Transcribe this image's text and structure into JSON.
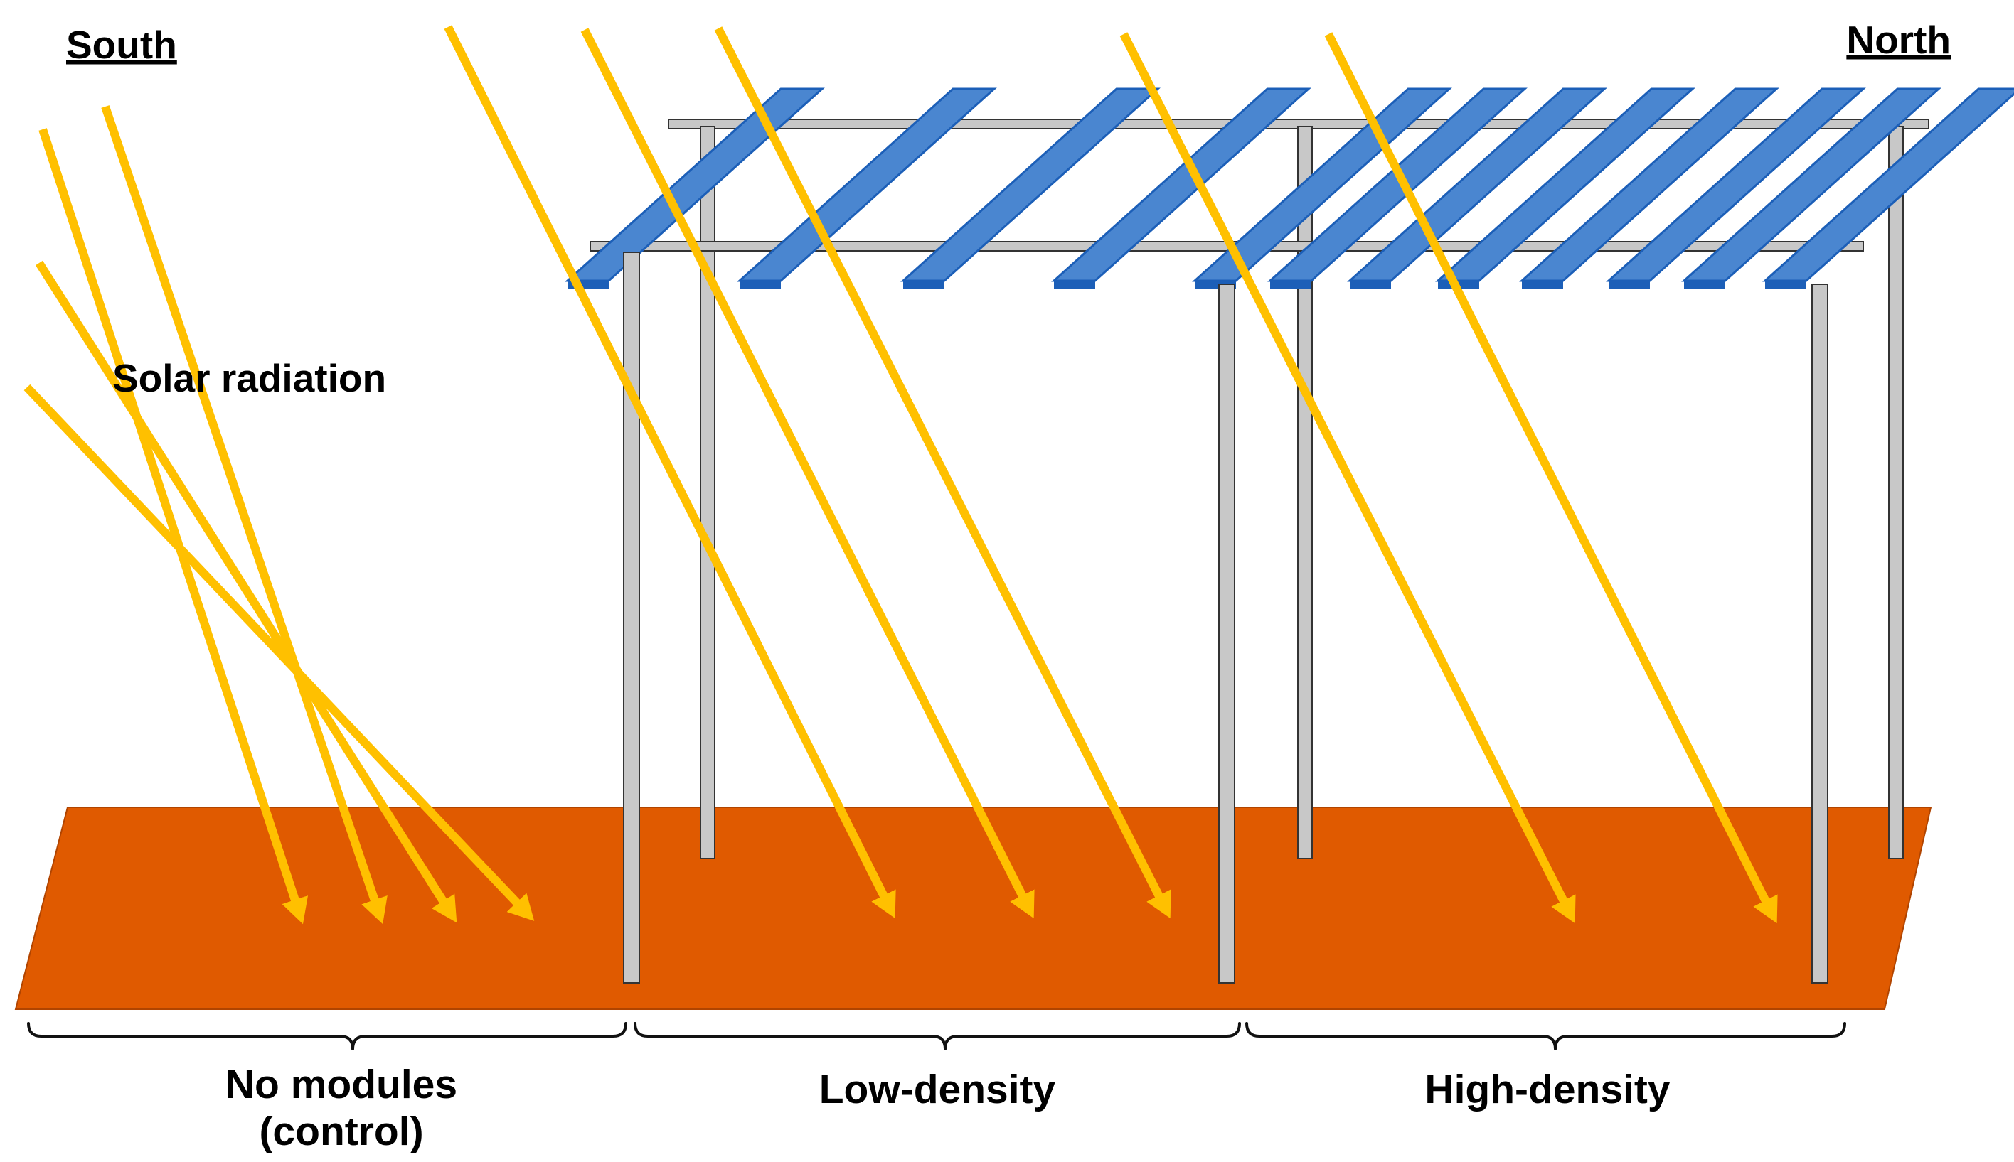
{
  "labels": {
    "south": "South",
    "north": "North",
    "radiation": "Solar radiation"
  },
  "zones": [
    {
      "id": "control",
      "line1": "No modules",
      "line2": "(control)"
    },
    {
      "id": "low",
      "line1": "Low-density",
      "line2": ""
    },
    {
      "id": "high",
      "line1": "High-density",
      "line2": ""
    }
  ],
  "colors": {
    "ground": "#E05A00",
    "panel": "#4A86D0",
    "panel_edge": "#1C5FB8",
    "ray": "#FFC000",
    "post": "#C8C8C8",
    "post_edge": "#333333"
  }
}
